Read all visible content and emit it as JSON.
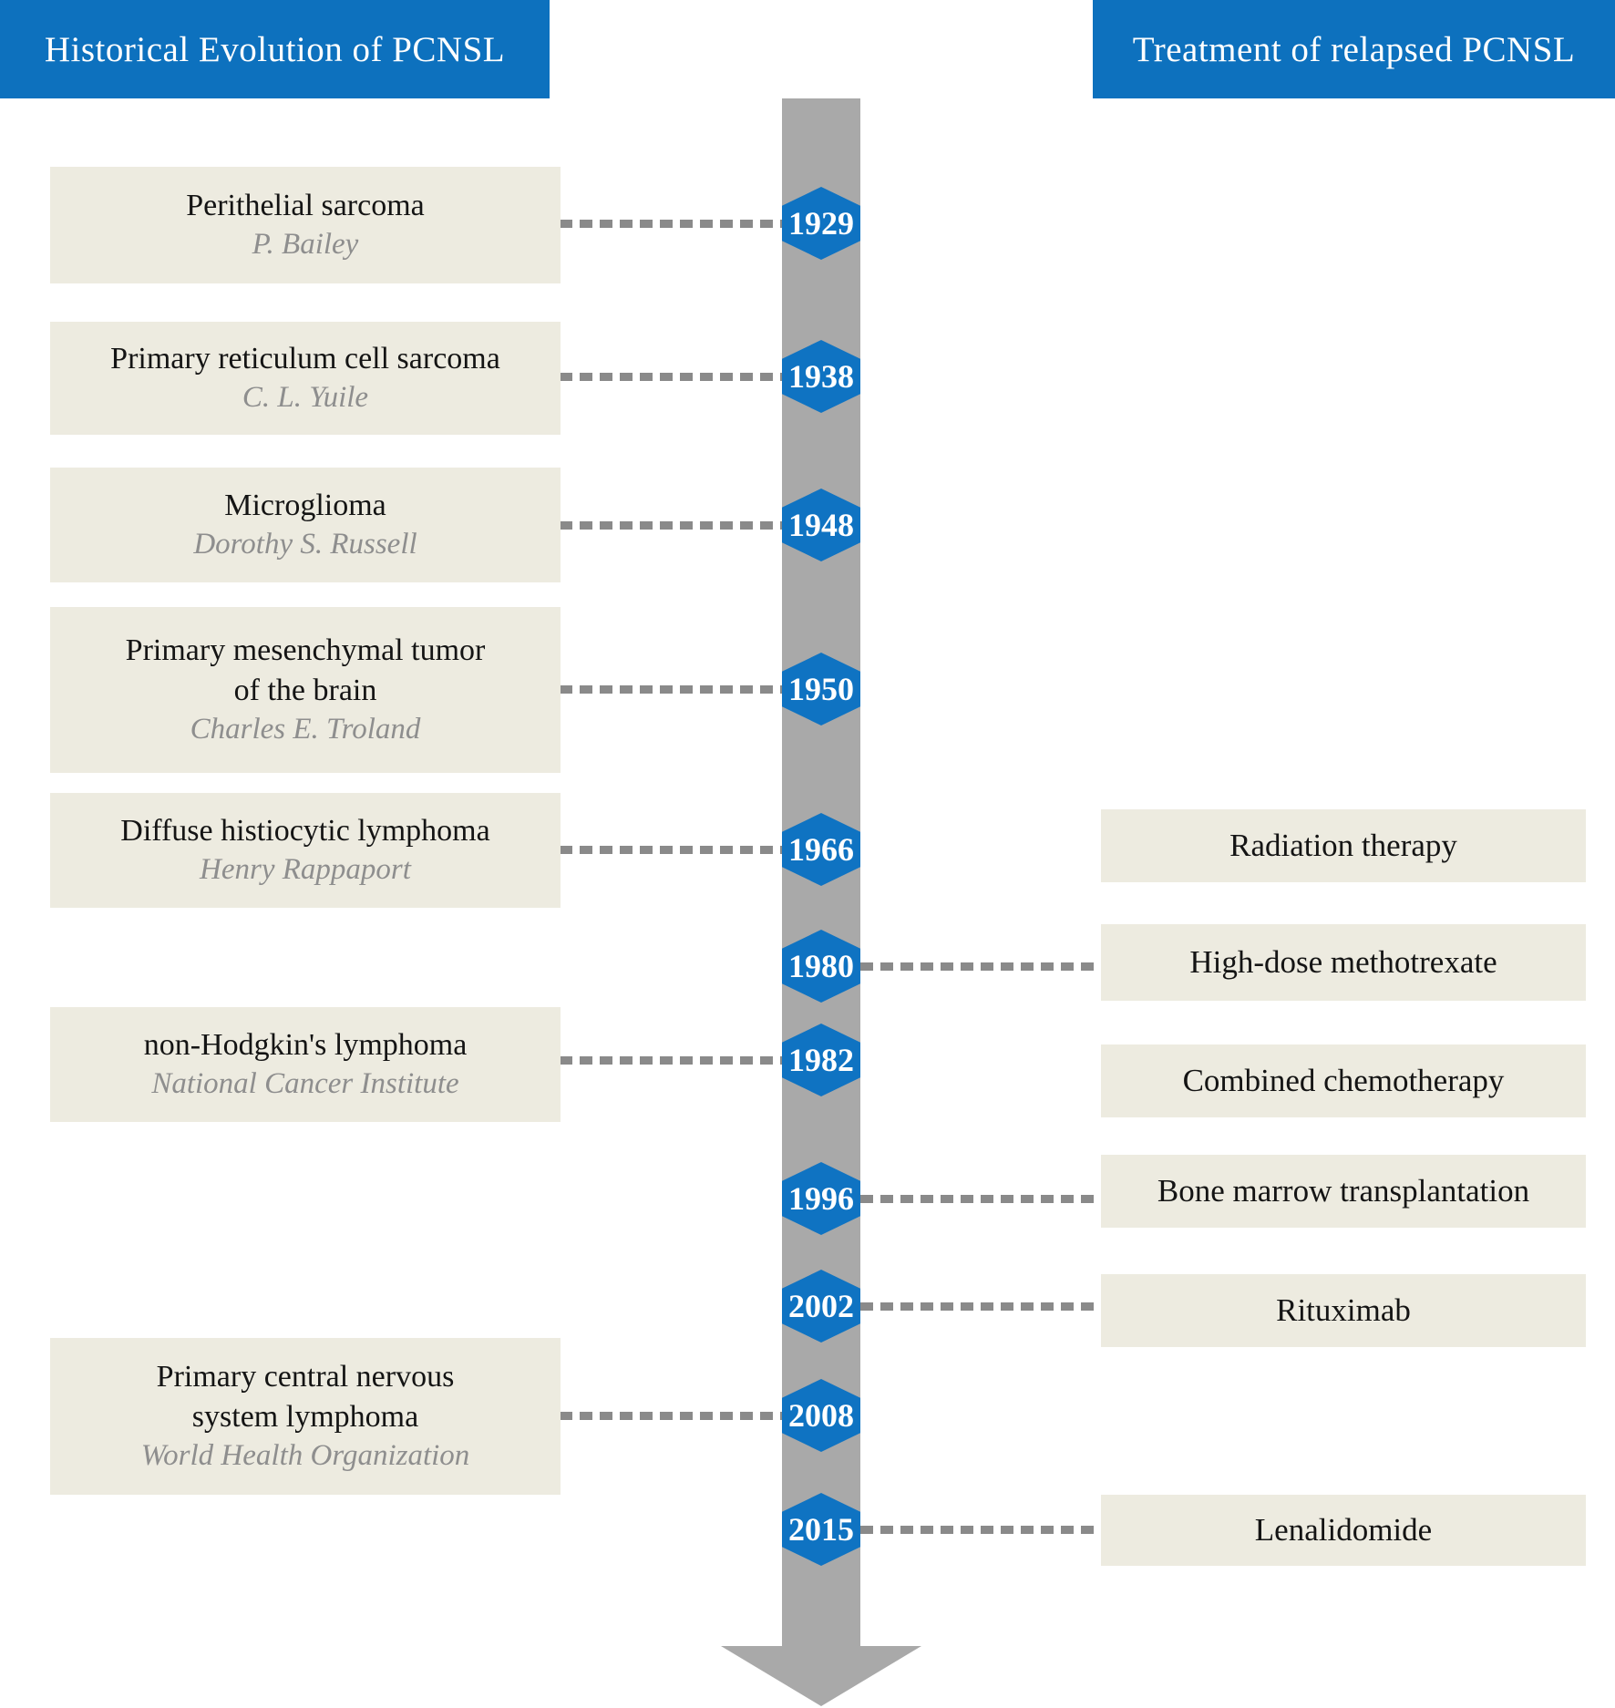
{
  "figure": {
    "header_left": "Historical Evolution of PCNSL",
    "header_right": "Treatment of relapsed PCNSL"
  },
  "colors": {
    "header_blue": "#0d71be",
    "hexagon_blue": "#0f73c2",
    "timeline_gray": "#a9a9a9",
    "connector_gray": "#8a8a8a",
    "box_beige": "#edebe0",
    "title_text": "#141414",
    "author_text": "#8e8e8e",
    "header_text": "#ffffff"
  },
  "years": [
    {
      "label": "1929"
    },
    {
      "label": "1938"
    },
    {
      "label": "1948"
    },
    {
      "label": "1950"
    },
    {
      "label": "1966"
    },
    {
      "label": "1980"
    },
    {
      "label": "1982"
    },
    {
      "label": "1996"
    },
    {
      "label": "2002"
    },
    {
      "label": "2008"
    },
    {
      "label": "2015"
    }
  ],
  "left_events": [
    {
      "year": "1929",
      "title": "Perithelial sarcoma",
      "author": "P. Bailey"
    },
    {
      "year": "1938",
      "title": "Primary reticulum cell sarcoma",
      "author": "C. L. Yuile"
    },
    {
      "year": "1948",
      "title": "Microglioma",
      "author": "Dorothy S. Russell"
    },
    {
      "year": "1950",
      "title": "Primary mesenchymal tumor of the brain",
      "author": "Charles E. Troland"
    },
    {
      "year": "1966",
      "title": "Diffuse histiocytic lymphoma",
      "author": "Henry Rappaport"
    },
    {
      "year": "1982",
      "title": "non-Hodgkin's lymphoma",
      "author": "National Cancer Institute"
    },
    {
      "year": "2008",
      "title": "Primary central nervous system lymphoma",
      "author": "World Health Organization"
    }
  ],
  "right_events": [
    {
      "year": "1966",
      "treatment": "Radiation therapy",
      "connector": false
    },
    {
      "year": "1980",
      "treatment": "High-dose methotrexate",
      "connector": true
    },
    {
      "year": "1982",
      "treatment": "Combined chemotherapy",
      "connector": false
    },
    {
      "year": "1996",
      "treatment": "Bone marrow transplantation",
      "connector": true
    },
    {
      "year": "2002",
      "treatment": "Rituximab",
      "connector": true
    },
    {
      "year": "2015",
      "treatment": "Lenalidomide",
      "connector": true
    }
  ]
}
